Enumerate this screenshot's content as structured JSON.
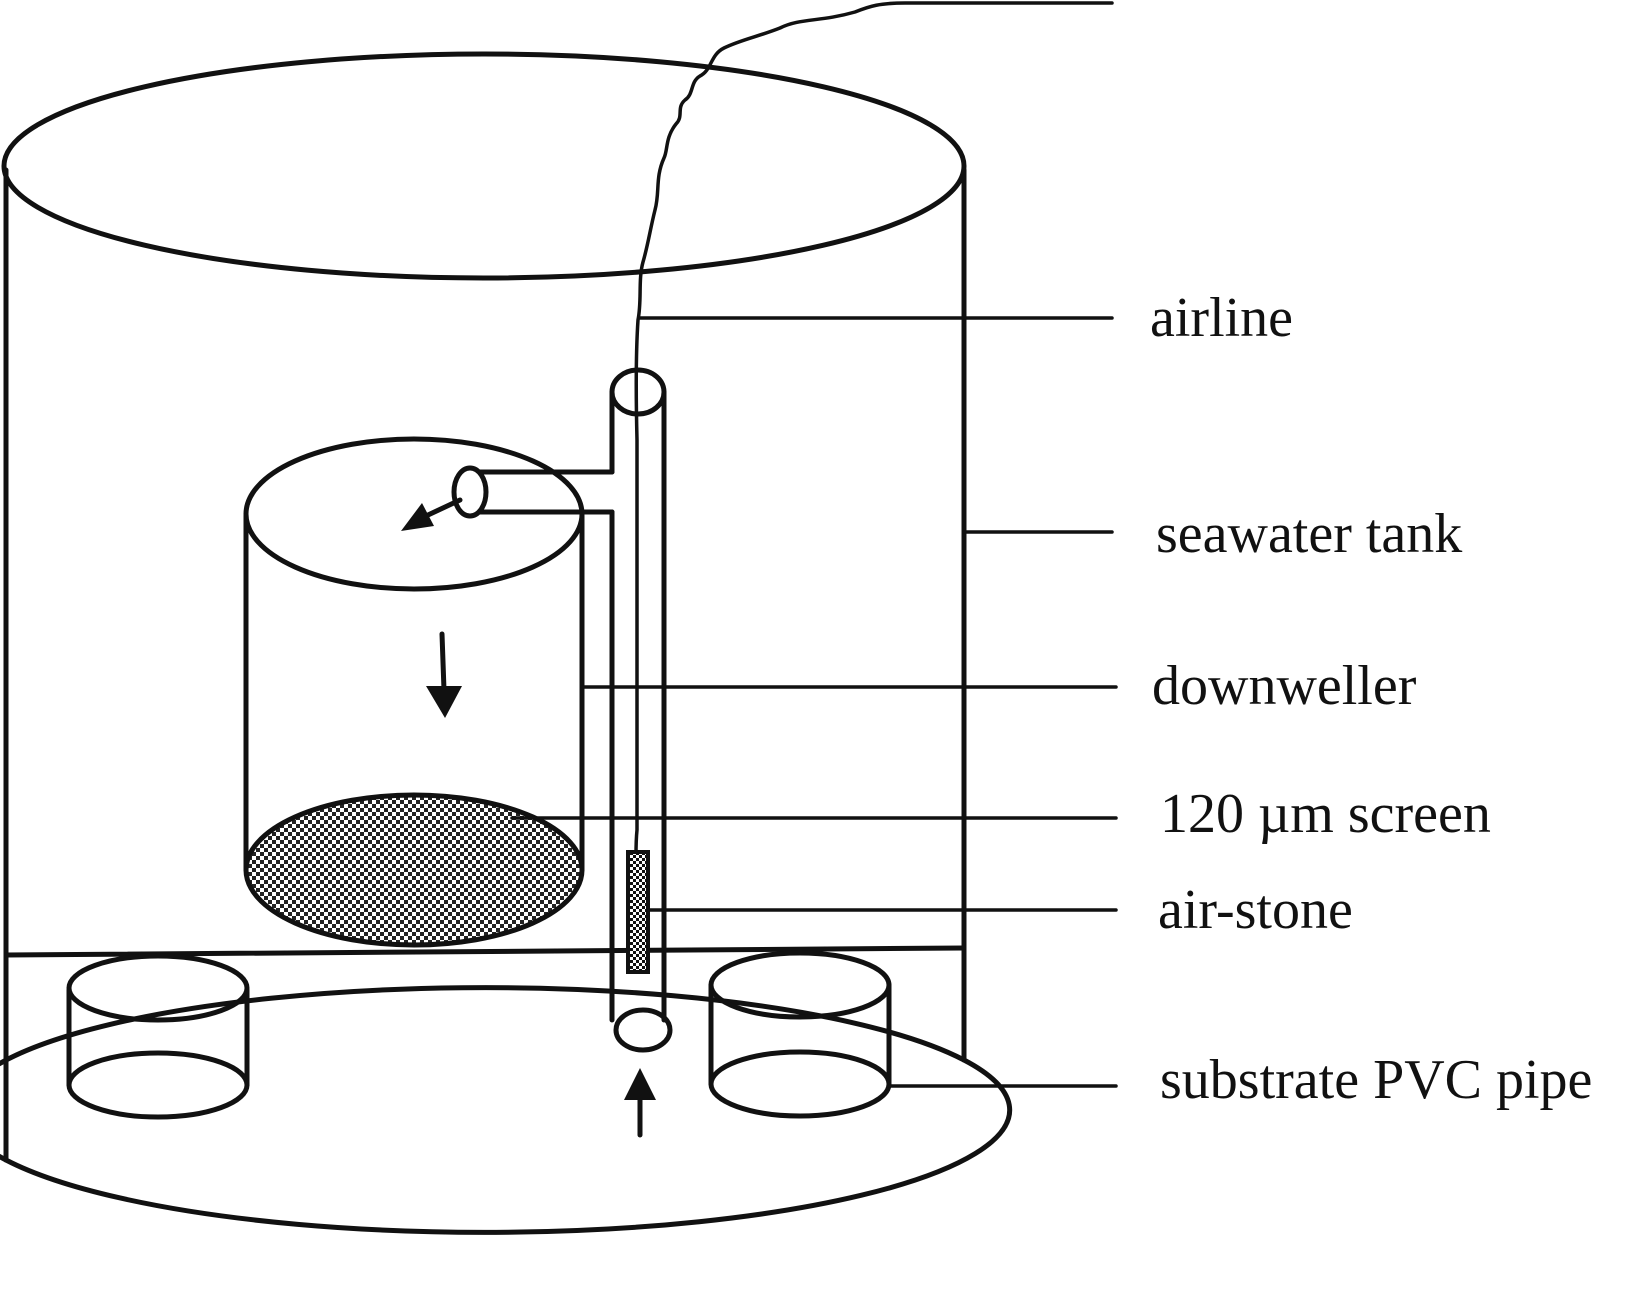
{
  "labels": {
    "airline": "airline",
    "seawater_tank": "seawater tank",
    "downweller": "downweller",
    "screen": "120 µm screen",
    "air_stone": "air-stone",
    "substrate_pipe": "substrate PVC pipe"
  },
  "colors": {
    "line": "#111111",
    "background": "#ffffff"
  }
}
